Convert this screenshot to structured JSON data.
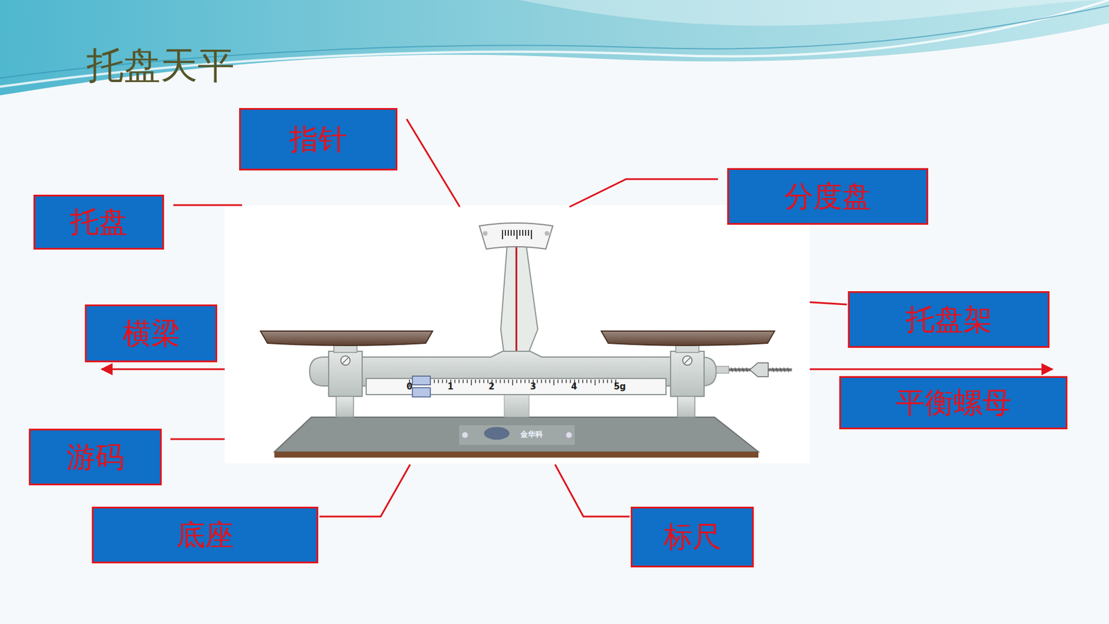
{
  "diagram": {
    "title": "托盘天平",
    "nodes": [
      {
        "text": [
          "指针"
        ]
      },
      {
        "text": [
          "分度盘"
        ]
      },
      {
        "text": [
          "托盘"
        ]
      },
      {
        "text": [
          "托盘架"
        ]
      },
      {
        "text": [
          "横梁"
        ]
      },
      {
        "text": [
          "平衡螺母"
        ]
      },
      {
        "text": [
          "游码"
        ]
      },
      {
        "text": [
          "底座"
        ]
      },
      {
        "text": [
          "标尺"
        ]
      }
    ],
    "labels": [
      "0",
      "1",
      "2",
      "3",
      "4",
      "5g",
      "金华科"
    ]
  }
}
